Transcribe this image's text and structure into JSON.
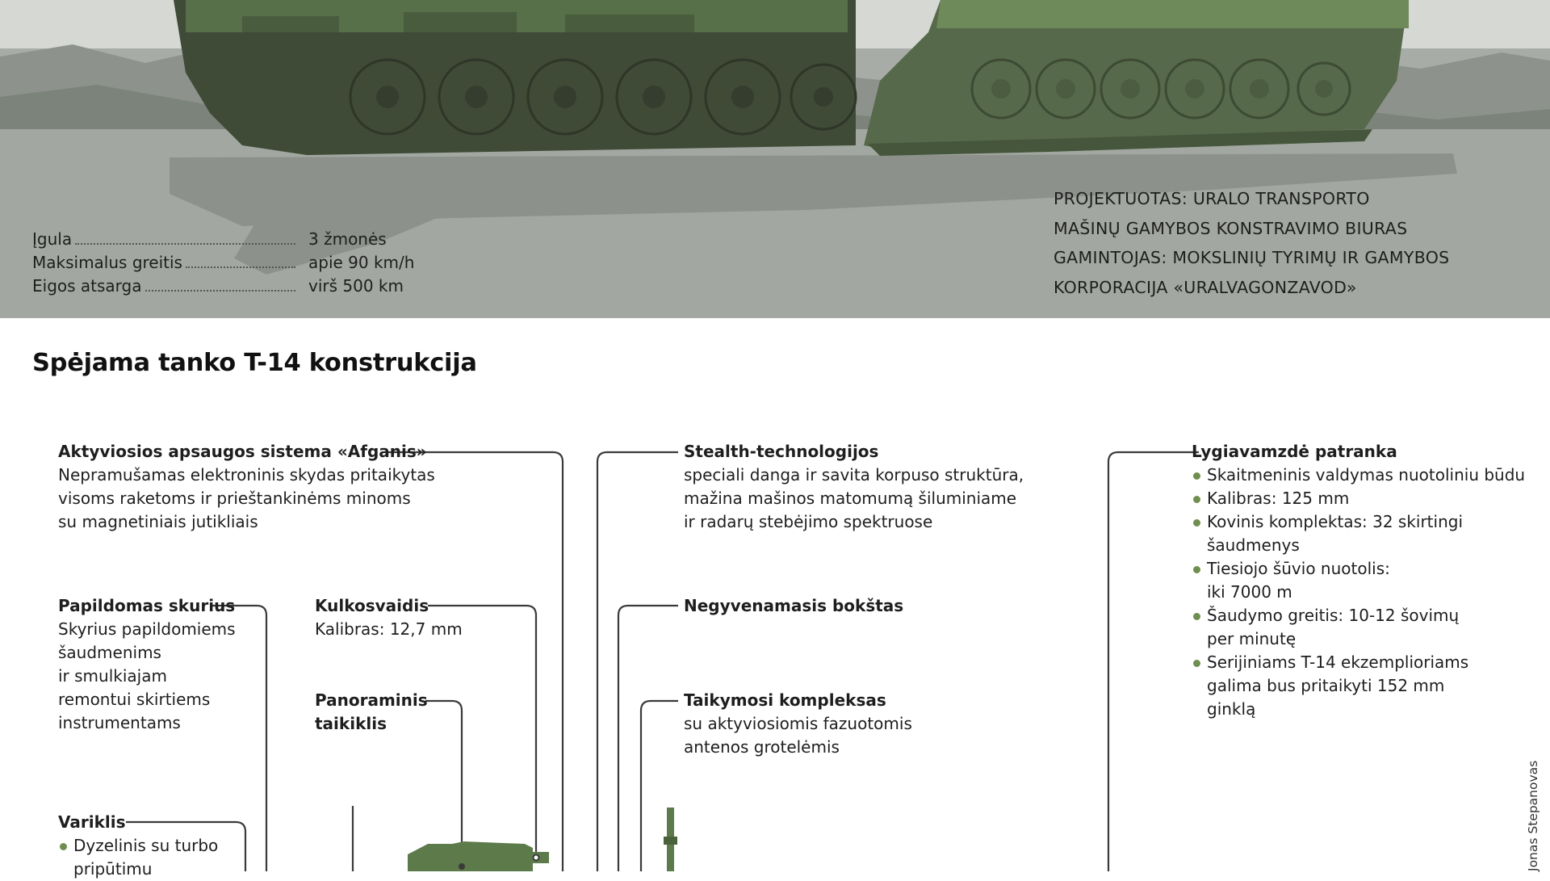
{
  "specs": [
    {
      "label": "Įgula",
      "value": "3 žmonės"
    },
    {
      "label": "Maksimalus greitis",
      "value": "apie 90 km/h"
    },
    {
      "label": "Eigos atsarga",
      "value": "virš 500 km"
    }
  ],
  "maker": {
    "line1": "PROJEKTUOTAS: URALO TRANSPORTO",
    "line2": "MAŠINŲ GAMYBOS KONSTRAVIMO BIURAS",
    "line3": "GAMINTOJAS: MOKSLINIŲ TYRIMŲ IR GAMYBOS",
    "line4": "KORPORACIJA «URALVAGONZAVOD»"
  },
  "section_title": "Spėjama tanko T-14 konstrukcija",
  "callouts": {
    "afganis": {
      "title": "Aktyviosios apsaugos sistema «Afganis»",
      "lines": [
        "Nepramušamas elektroninis skydas pritaikytas",
        "visoms raketoms ir prieštankinėms minoms",
        "su magnetiniais jutikliais"
      ]
    },
    "stealth": {
      "title": "Stealth-technologijos",
      "lines": [
        "speciali danga ir savita korpuso struktūra,",
        "mažina mašinos matomumą šiluminiame",
        "ir radarų stebėjimo spektruose"
      ]
    },
    "cannon": {
      "title": "Lygiavamzdė patranka",
      "items": [
        [
          "Skaitmeninis valdymas nuotoliniu būdu"
        ],
        [
          "Kalibras: 125 mm"
        ],
        [
          "Kovinis komplektas: 32 skirtingi",
          "šaudmenys"
        ],
        [
          "Tiesiojo šūvio nuotolis:",
          "iki 7000 m"
        ],
        [
          "Šaudymo greitis: 10-12 šovimų",
          "per minutę"
        ],
        [
          "Serijiniams T-14 ekzemplioriams",
          "galima bus pritaikyti 152 mm",
          "ginklą"
        ]
      ]
    },
    "extra": {
      "title": "Papildomas skurius",
      "lines": [
        "Skyrius papildomiems",
        "šaudmenims",
        "ir smulkiajam",
        "remontui skirtiems",
        "instrumentams"
      ]
    },
    "mg": {
      "title": "Kulkosvaidis",
      "lines": [
        "Kalibras: 12,7 mm"
      ]
    },
    "turret": {
      "title": "Negyvenamasis bokštas"
    },
    "panoramic": {
      "title_line1": "Panoraminis",
      "title_line2": "taikiklis"
    },
    "targeting": {
      "title": "Taikymosi kompleksas",
      "lines": [
        "su aktyviosiomis fazuotomis",
        "antenos grotelėmis"
      ]
    },
    "engine": {
      "title": "Variklis",
      "items": [
        [
          "Dyzelinis su turbo",
          "pripūtimu"
        ]
      ]
    }
  },
  "credit": "Jonas Stepanovas",
  "colors": {
    "hero_bg": "#a7aca6",
    "tank_green": "#58704a",
    "bullet": "#6f8e4f"
  }
}
